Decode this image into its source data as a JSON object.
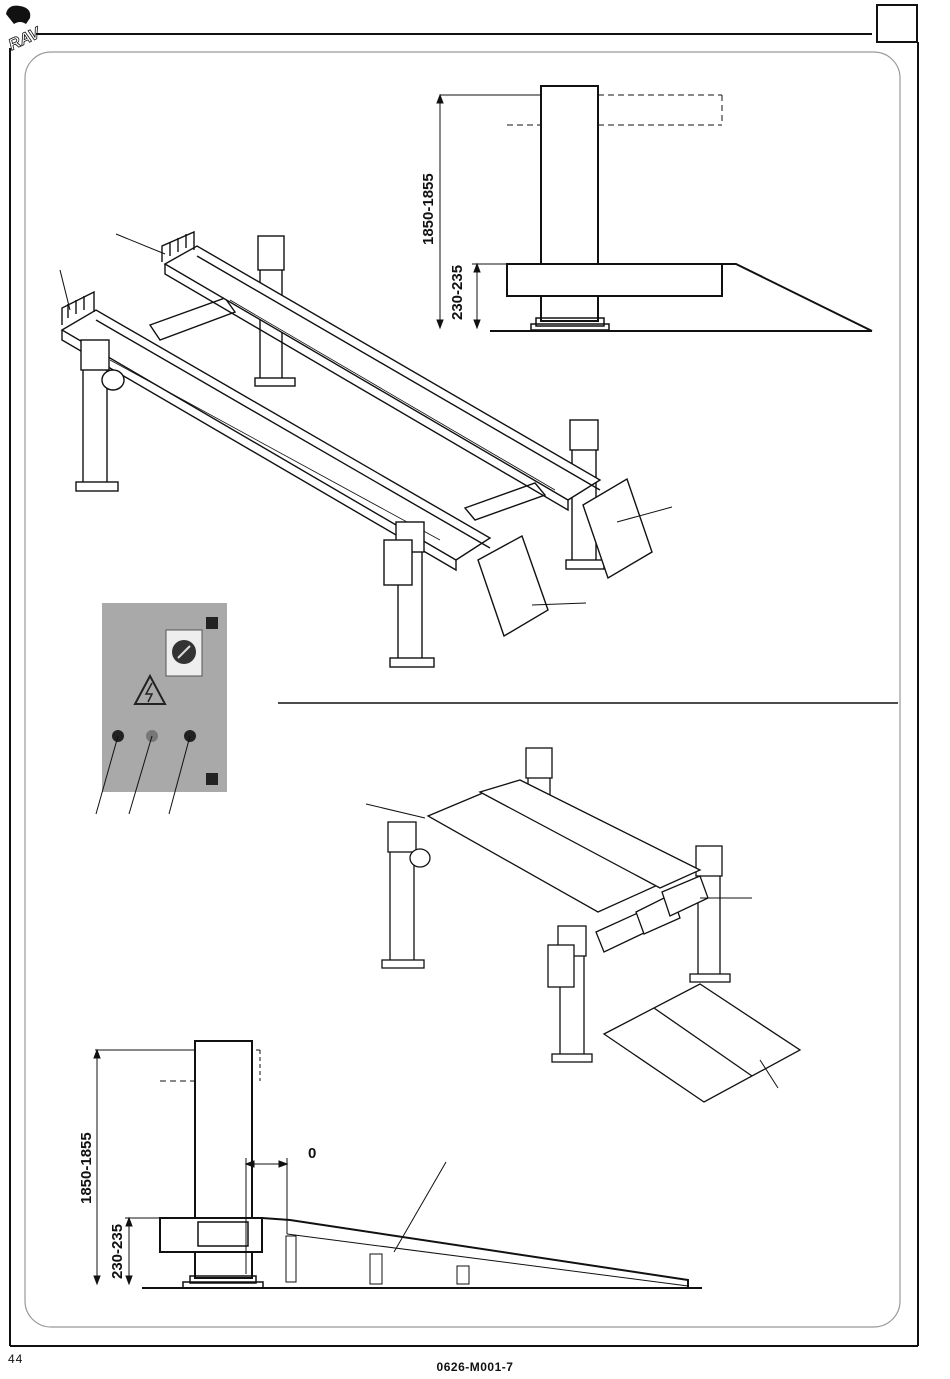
{
  "header": {
    "logo_text": "RAV"
  },
  "footer": {
    "page_number": "44",
    "document_code": "0626-M001-7"
  },
  "dimensions": {
    "top_height": "1850-1855",
    "top_base": "230-235",
    "bottom_height": "1850-1855",
    "bottom_base": "230-235",
    "bottom_gap": "0"
  },
  "colors": {
    "line": "#111111",
    "panel_grey": "#a9a9a9",
    "page": "#ffffff"
  }
}
